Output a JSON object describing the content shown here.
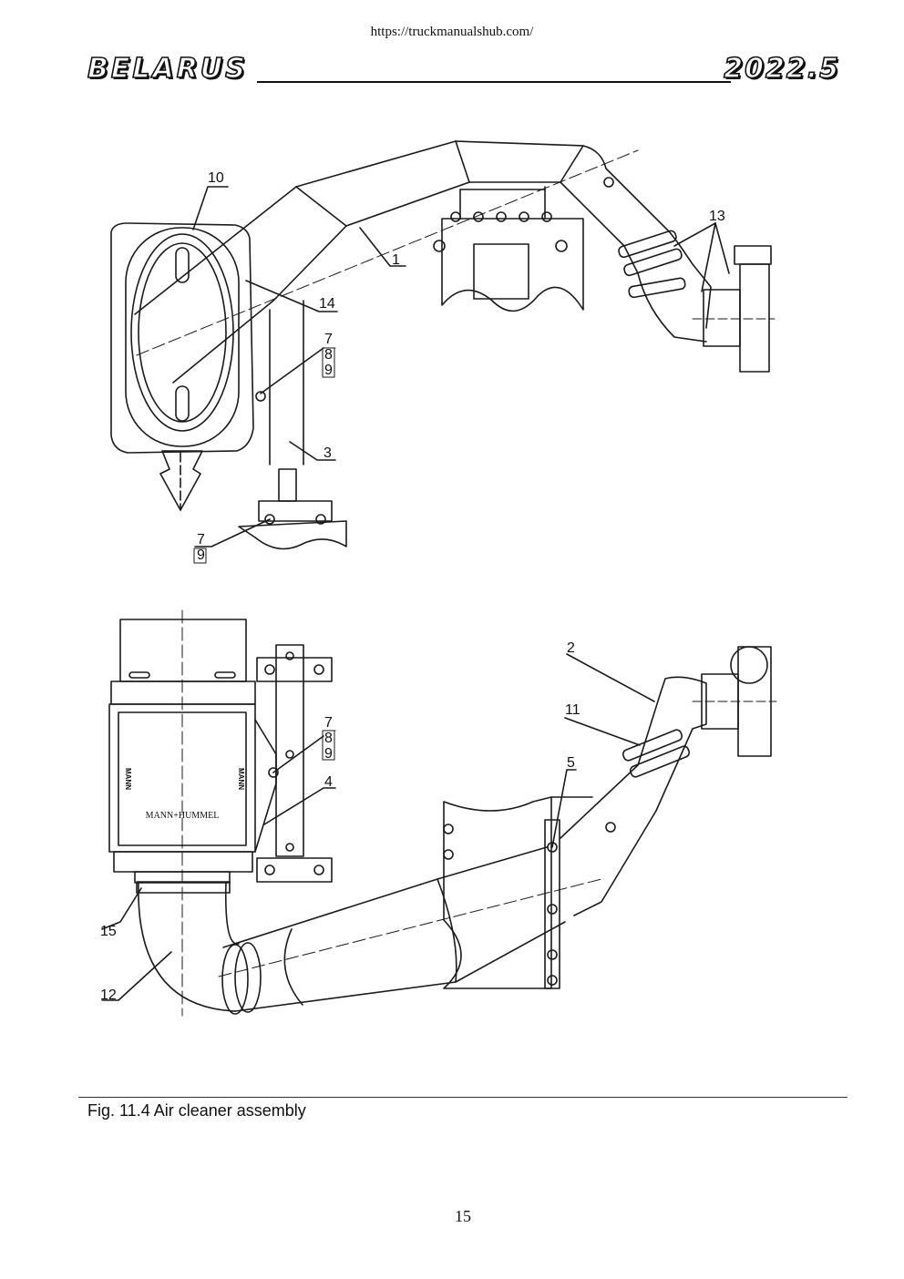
{
  "header": {
    "url": "https://truckmanualshub.com/",
    "brand": "BELARUS",
    "year": "2022.5"
  },
  "top_view_labels": [
    "10",
    "1",
    "13",
    "14",
    "7",
    "8",
    "9",
    "3",
    "7",
    "9"
  ],
  "bottom_view_labels": [
    "2",
    "11",
    "7",
    "8",
    "9",
    "4",
    "5",
    "15",
    "12"
  ],
  "filter_brand": "MANN+HUMMEL",
  "filter_side_marks": [
    "MANN",
    "MANN"
  ],
  "caption": "Fig. 11.4 Air cleaner assembly",
  "page_number": "15"
}
